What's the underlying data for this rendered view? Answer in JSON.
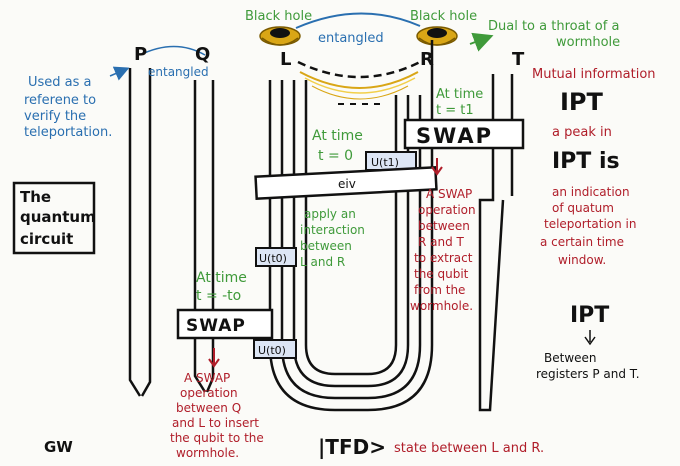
{
  "colors": {
    "ink": "#111111",
    "blue": "#2a6fb0",
    "green": "#3f9a3a",
    "red": "#b01e2a",
    "gold": "#d9a616",
    "gold_light": "#f2cf4a"
  },
  "top": {
    "black_hole_left": "Black hole",
    "black_hole_right": "Black hole",
    "entangled": "entangled",
    "dual_line1": "Dual to a throat of a",
    "dual_line2": "wormhole"
  },
  "registers": {
    "P": "P",
    "Q": "Q",
    "L": "L",
    "R": "R",
    "T": "T"
  },
  "left_notes": {
    "used_line1": "Used as a",
    "used_line2": "referene to",
    "used_line3": "verify the",
    "used_line4": "teleportation.",
    "entangled_pq": "entangled",
    "box_line1": "The",
    "box_line2": "quantum",
    "box_line3": "circuit",
    "signature": "GW"
  },
  "gates": {
    "swap_top": "SWAP",
    "swap_bottom": "SWAP",
    "u_t1": "U(t1)",
    "u_t0_upper": "U(t0)",
    "u_t0_lower": "U(t0)",
    "eiv": "eiᴠ"
  },
  "green_notes": {
    "t1_line1": "At time",
    "t1_line2": "t = t1",
    "t0_line1": "At time",
    "t0_line2": "t = 0",
    "apply_line1": "apply an",
    "apply_line2": "interaction",
    "apply_line3": "between",
    "apply_line4": "L and R",
    "mt0_line1": "At time",
    "mt0_line2": "t = -to"
  },
  "red_notes": {
    "swap_rt_line1": "A SWAP",
    "swap_rt_line2": "operation",
    "swap_rt_line3": "between",
    "swap_rt_line4": "R and T",
    "swap_rt_line5": "to extract",
    "swap_rt_line6": "the qubit",
    "swap_rt_line7": "from the",
    "swap_rt_line8": "wormhole.",
    "swap_ql_line1": "A SWAP",
    "swap_ql_line2": "operation",
    "swap_ql_line3": "between Q",
    "swap_ql_line4": "and L to insert",
    "swap_ql_line5": "the qubit to the",
    "swap_ql_line6": "wormhole."
  },
  "right_notes": {
    "mutual": "Mutual information",
    "ipt_big1": "IPT",
    "peak": "a peak in",
    "ipt_big2": "IPT is",
    "ind_line1": "an indication",
    "ind_line2": "of quatum",
    "ind_line3": "teleportation in",
    "ind_line4": "a certain time",
    "ind_line5": "window.",
    "ipt_big3": "IPT",
    "between_line1": "Between",
    "between_line2": "registers P and T."
  },
  "bottom": {
    "tfd": "|TFD>",
    "state": "state between L and R."
  }
}
